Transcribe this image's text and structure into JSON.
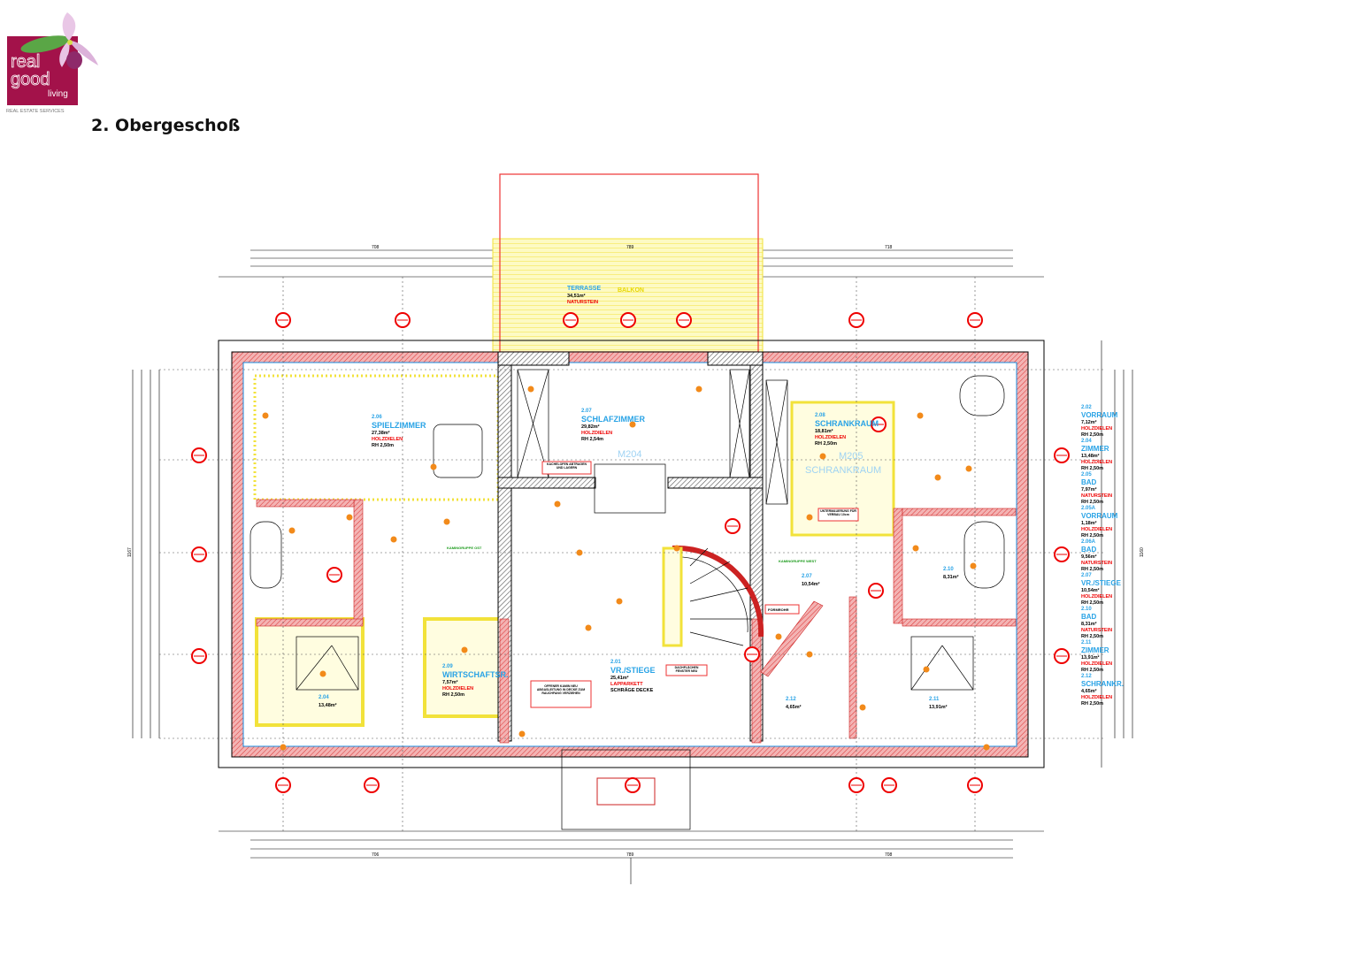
{
  "logo": {
    "line1": "real",
    "line2": "good",
    "line3": "living",
    "tagline": "REAL ESTATE SERVICES"
  },
  "page_title": "2. Obergeschoß",
  "plan": {
    "terrace": {
      "name": "TERRASSE",
      "area": "34,51m²",
      "floor": "NATURSTEIN",
      "balcony": "BALKON"
    },
    "rooms": [
      {
        "number": "2.06",
        "name": "SPIELZIMMER",
        "area": "27,38m²",
        "floor": "HOLZDIELEN",
        "height": "RH 2,50m"
      },
      {
        "number": "2.07",
        "name": "SCHLAFZIMMER",
        "area": "29,82m²",
        "floor": "HOLZDIELEN",
        "height": "RH 2,54m"
      },
      {
        "number": "2.08",
        "name": "SCHRANKRAUM",
        "area": "18,81m²",
        "floor": "HOLZDIELEN",
        "height": "RH 2,50m"
      },
      {
        "number": "2.09",
        "name": "WIRTSCHAFTSR.",
        "area": "7,57m²",
        "floor": "HOLZDIELEN",
        "height": "RH 2,50m"
      },
      {
        "number": "2.01",
        "name": "VR./STIEGE",
        "area": "25,41m²",
        "floor": "LAPPARKETT",
        "height": "SCHRÄGE DECKE"
      },
      {
        "number": "2.04",
        "name": "",
        "area": "13,48m²",
        "floor": "",
        "height": ""
      },
      {
        "number": "2.11",
        "name": "",
        "area": "13,91m²",
        "floor": "",
        "height": ""
      },
      {
        "number": "2.12",
        "name": "",
        "area": "4,65m²",
        "floor": "",
        "height": ""
      },
      {
        "number": "2.07",
        "name": "",
        "area": "10,54m²",
        "floor": "",
        "height": ""
      },
      {
        "number": "2.10",
        "name": "",
        "area": "8,31m²",
        "floor": "",
        "height": ""
      }
    ],
    "m_labels": [
      "M204",
      "M205",
      "SCHRANKRAUM"
    ],
    "notes": [
      "KACHELOFEN ABTRAGEN UND LAGERN",
      "OFFENER KAMIN NEU ABGASLEITUNG IN DECKE ZUM RAUCHFANG VERZIEHEN",
      "DACHFLÄCHEN FENSTER NEU",
      "FORMROHR",
      "UNTERMAUERUNG FÜR VERBAU 10cm",
      "KAMINGRUPPE WEST",
      "KAMINGRUPPE OST"
    ],
    "dims_top": [
      "708",
      "789",
      "718"
    ],
    "dims_bottom": [
      "706",
      "789",
      "708"
    ],
    "dims_left": [
      "1167"
    ],
    "dims_right": [
      "1160"
    ]
  },
  "legend": [
    {
      "number": "2.02",
      "name": "VORRAUM",
      "area": "7,12m²",
      "floor": "HOLZDIELEN",
      "height": "RH 2,50m"
    },
    {
      "number": "2.04",
      "name": "ZIMMER",
      "area": "13,48m²",
      "floor": "HOLZDIELEN",
      "height": "RH 2,50m"
    },
    {
      "number": "2.05",
      "name": "BAD",
      "area": "7,97m²",
      "floor": "NATURSTEIN",
      "height": "RH 2,50m"
    },
    {
      "number": "2.05A",
      "name": "VORRAUM",
      "area": "1,18m²",
      "floor": "HOLZDIELEN",
      "height": "RH 2,50m"
    },
    {
      "number": "2.06A",
      "name": "BAD",
      "area": "9,56m²",
      "floor": "NATURSTEIN",
      "height": "RH 2,50m"
    },
    {
      "number": "2.07",
      "name": "VR./STIEGE",
      "area": "10,54m²",
      "floor": "HOLZDIELEN",
      "height": "RH 2,50m"
    },
    {
      "number": "2.10",
      "name": "BAD",
      "area": "8,31m²",
      "floor": "NATURSTEIN",
      "height": "RH 2,50m"
    },
    {
      "number": "2.11",
      "name": "ZIMMER",
      "area": "13,91m²",
      "floor": "HOLZDIELEN",
      "height": "RH 2,50m"
    },
    {
      "number": "2.12",
      "name": "SCHRANKR.",
      "area": "4,65m²",
      "floor": "HOLZDIELEN",
      "height": "RH 2,50m"
    }
  ],
  "colors": {
    "brand": "#a3124a",
    "wall": "#e8a0a0",
    "yellow": "#f5f03a",
    "blue": "#29a3e6",
    "red": "#e00000",
    "orange": "#f28a1a"
  }
}
